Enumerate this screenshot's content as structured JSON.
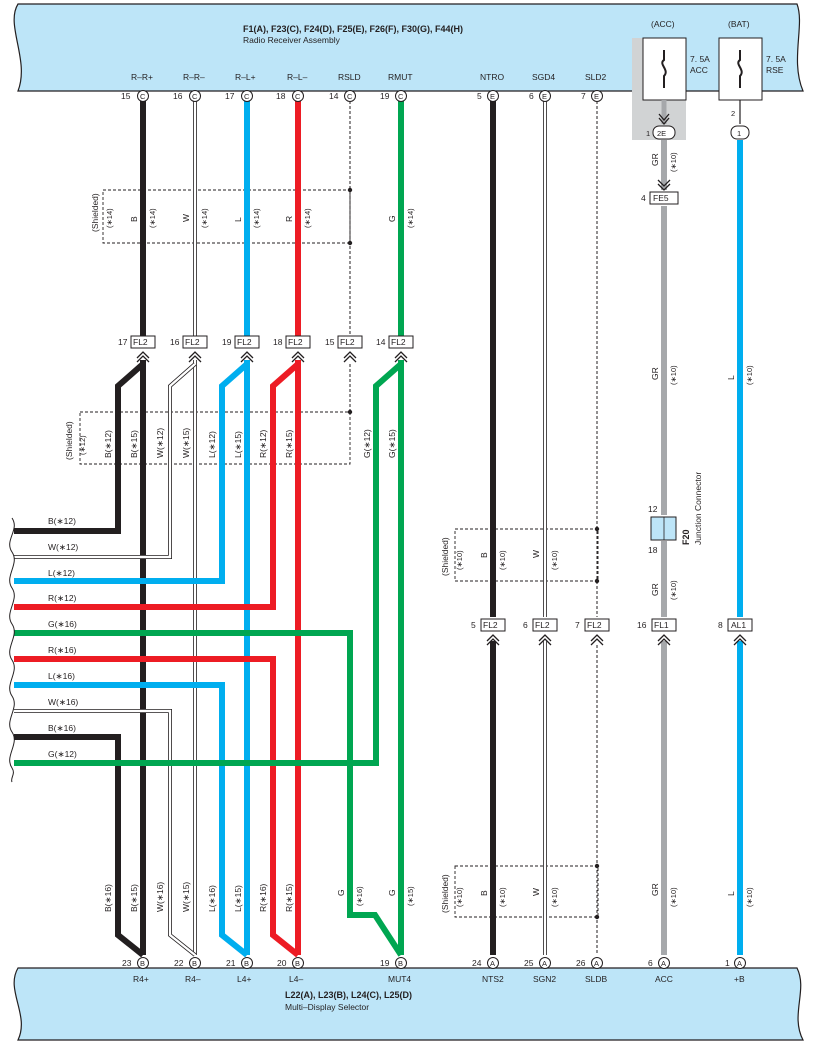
{
  "top_assembly": {
    "codes": "F1(A), F23(C), F24(D), F25(E), F26(F), F30(G), F44(H)",
    "name": "Radio Receiver Assembly"
  },
  "bottom_assembly": {
    "codes": "L22(A), L23(B), L24(C), L25(D)",
    "name": "Multi–Display Selector"
  },
  "top_pins": [
    {
      "name": "R–R+",
      "num": "15",
      "letter": "C"
    },
    {
      "name": "R–R–",
      "num": "16",
      "letter": "C"
    },
    {
      "name": "R–L+",
      "num": "17",
      "letter": "C"
    },
    {
      "name": "R–L–",
      "num": "18",
      "letter": "C"
    },
    {
      "name": "RSLD",
      "num": "14",
      "letter": "C"
    },
    {
      "name": "RMUT",
      "num": "19",
      "letter": "C"
    },
    {
      "name": "NTRO",
      "num": "5",
      "letter": "E"
    },
    {
      "name": "SGD4",
      "num": "6",
      "letter": "E"
    },
    {
      "name": "SLD2",
      "num": "7",
      "letter": "E"
    }
  ],
  "bottom_pins": [
    {
      "name": "R4+",
      "num": "23",
      "letter": "B"
    },
    {
      "name": "R4–",
      "num": "22",
      "letter": "B"
    },
    {
      "name": "L4+",
      "num": "21",
      "letter": "B"
    },
    {
      "name": "L4–",
      "num": "20",
      "letter": "B"
    },
    {
      "name": "MUT4",
      "num": "19",
      "letter": "B"
    },
    {
      "name": "NTS2",
      "num": "24",
      "letter": "A"
    },
    {
      "name": "SGN2",
      "num": "25",
      "letter": "A"
    },
    {
      "name": "SLDB",
      "num": "26",
      "letter": "A"
    },
    {
      "name": "ACC",
      "num": "6",
      "letter": "A"
    },
    {
      "name": "+B",
      "num": "1",
      "letter": "A"
    }
  ],
  "fuses": [
    {
      "supply": "(ACC)",
      "rating": "7. 5A",
      "name": "ACC",
      "pin": "1",
      "conn": "2E"
    },
    {
      "supply": "(BAT)",
      "rating": "7. 5A",
      "name": "RSE",
      "pin": "2",
      "conn": "1"
    }
  ],
  "connectors_upper": [
    {
      "pin": "17",
      "name": "FL2"
    },
    {
      "pin": "16",
      "name": "FL2"
    },
    {
      "pin": "19",
      "name": "FL2"
    },
    {
      "pin": "18",
      "name": "FL2"
    },
    {
      "pin": "15",
      "name": "FL2"
    },
    {
      "pin": "14",
      "name": "FL2"
    }
  ],
  "connectors_lower": [
    {
      "pin": "5",
      "name": "FL2"
    },
    {
      "pin": "6",
      "name": "FL2"
    },
    {
      "pin": "7",
      "name": "FL2"
    },
    {
      "pin": "16",
      "name": "FL1"
    },
    {
      "pin": "8",
      "name": "AL1"
    }
  ],
  "connector_fe5": {
    "pin": "4",
    "name": "FE5"
  },
  "junction": {
    "pin_top": "12",
    "pin_bottom": "18",
    "code": "F20",
    "label": "Junction Connector"
  },
  "shielded": "(Shielded)",
  "shield_notes": {
    "s14": "(∗14)",
    "s12": "(∗12)",
    "s10": "(∗10)"
  },
  "wire_labels_top": [
    {
      "color": "B",
      "note": "(∗14)"
    },
    {
      "color": "W",
      "note": "(∗14)"
    },
    {
      "color": "L",
      "note": "(∗14)"
    },
    {
      "color": "R",
      "note": "(∗14)"
    },
    {
      "color": "G",
      "note": "(∗14)"
    }
  ],
  "wire_labels_mid": [
    "B(∗12)",
    "B(∗15)",
    "W(∗12)",
    "W(∗15)",
    "L(∗12)",
    "L(∗15)",
    "R(∗12)",
    "R(∗15)",
    "G(∗12)",
    "G(∗15)"
  ],
  "wire_labels_bottom": [
    "B(∗16)",
    "B(∗15)",
    "W(∗16)",
    "W(∗15)",
    "L(∗16)",
    "L(∗15)",
    "R(∗16)",
    "R(∗15)",
    "G",
    "(∗16)",
    "G",
    "(∗15)"
  ],
  "side_wires": [
    "B(∗12)",
    "W(∗12)",
    "L(∗12)",
    "R(∗12)",
    "G(∗16)",
    "R(∗16)",
    "L(∗16)",
    "W(∗16)",
    "B(∗16)",
    "G(∗12)"
  ],
  "shield2_labels": [
    {
      "color": "B",
      "note": "(∗10)"
    },
    {
      "color": "W",
      "note": "(∗10)"
    }
  ],
  "gr_labels": [
    {
      "color": "GR",
      "note": "(∗10)"
    },
    {
      "color": "GR",
      "note": "(∗10)"
    },
    {
      "color": "GR",
      "note": "(∗10)"
    },
    {
      "color": "GR",
      "note": "(∗10)"
    }
  ],
  "l_labels": [
    {
      "color": "L",
      "note": "(∗10)"
    },
    {
      "color": "L",
      "note": "(∗10)"
    }
  ],
  "colors": {
    "black": "#231f20",
    "white": "#ffffff",
    "blue": "#00aeef",
    "red": "#ed1c24",
    "green": "#00a651",
    "gray": "#a6a8ab",
    "panel": "#bde5f8",
    "fusebox": "#d1d3d4"
  }
}
